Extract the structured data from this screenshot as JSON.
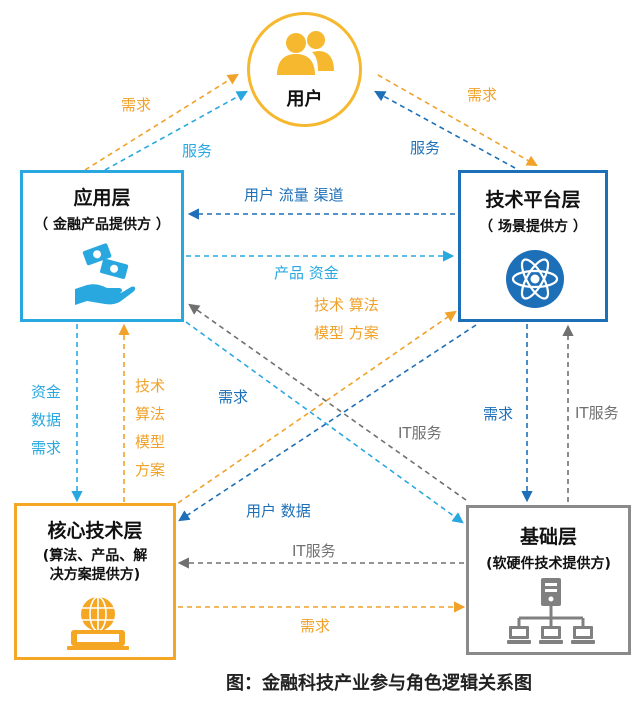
{
  "nodes": {
    "user": {
      "title": "用户",
      "icon": "users-icon"
    },
    "app": {
      "title": "应用层",
      "subtitle": "（ 金融产品提供方 ）",
      "icon": "money-hand-icon"
    },
    "tech": {
      "title": "技术平台层",
      "subtitle": "（ 场景提供方 ）",
      "icon": "atom-icon"
    },
    "core": {
      "title": "核心技术层",
      "subtitle_line1": "(算法、产品、解",
      "subtitle_line2": "决方案提供方)",
      "icon": "globe-device-icon"
    },
    "base": {
      "title": "基础层",
      "subtitle": "(软硬件技术提供方)",
      "icon": "server-network-icon"
    }
  },
  "labels": {
    "app_user_demand": "需求",
    "user_app_service": "服务",
    "tech_user_demand": "需求",
    "user_tech_service": "服务",
    "tech_to_app": "用户  流量  渠道",
    "app_to_tech": "产品  资金",
    "core_to_tech_1": "技术  算法",
    "core_to_tech_2": "模型  方案",
    "app_to_core": [
      "资金",
      "数据",
      "需求"
    ],
    "core_to_app": [
      "技术",
      "算法",
      "模型",
      "方案"
    ],
    "app_base_demand": "需求",
    "base_app_it": "IT服务",
    "tech_to_base": "需求",
    "base_to_tech": "IT服务",
    "tech_to_core": "用户  数据",
    "base_to_core": "IT服务",
    "core_to_base": "需求"
  },
  "colors": {
    "light_blue": "#29a8e0",
    "dark_blue": "#1d6fb8",
    "orange": "#f0a22a",
    "gray": "#707070",
    "user_border": "#f5b82e"
  },
  "caption": "图：金融科技产业参与角色逻辑关系图"
}
